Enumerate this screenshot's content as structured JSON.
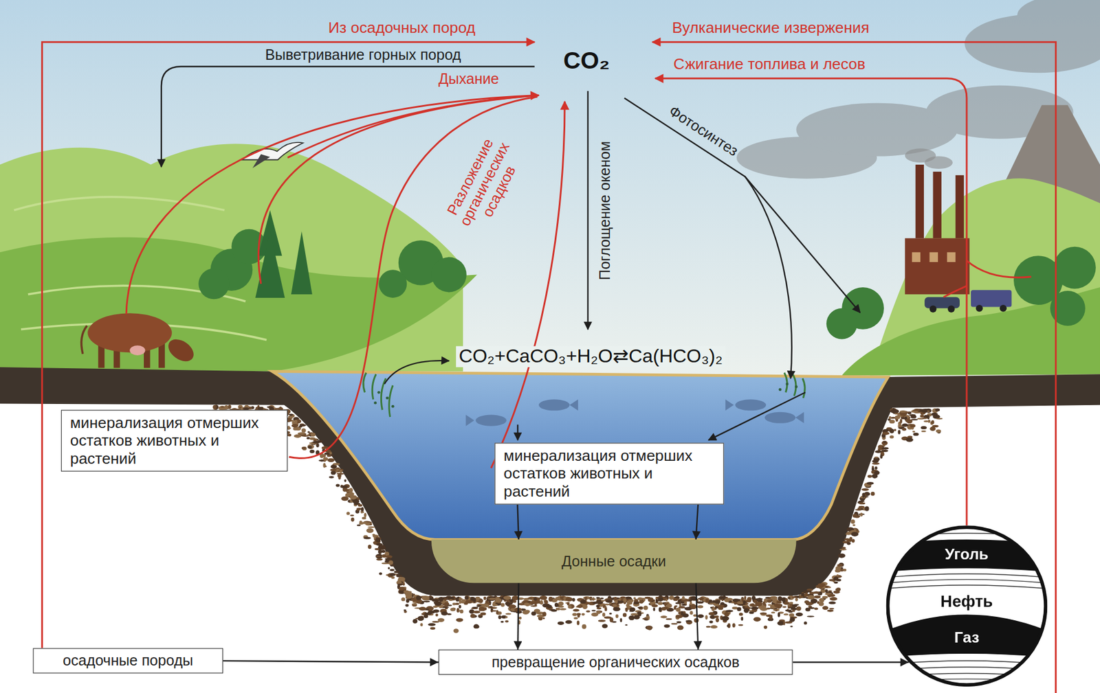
{
  "diagram": {
    "nodes": [
      {
        "text": [
          "минерализация отмерших остатков животных и растений"
        ]
      },
      {
        "text": [
          "минерализация отмерших остатков животных и растений"
        ]
      },
      {
        "text": [
          "Донные осадки"
        ]
      },
      {
        "text": [
          "осадочные породы"
        ]
      },
      {
        "text": [
          "превращение органических осадков"
        ]
      },
      {
        "text": [
          "Уголь",
          "Нефть",
          "Газ"
        ]
      }
    ],
    "edges": [
      {
        "from": 1,
        "to": 2,
        "arrow": "to"
      },
      {
        "from": 1,
        "to": 2,
        "arrow": "to"
      },
      {
        "from": 2,
        "to": 4,
        "arrow": "to"
      },
      {
        "from": 2,
        "to": 4,
        "arrow": "to"
      },
      {
        "from": 3,
        "to": 4,
        "arrow": "to"
      },
      {
        "from": 4,
        "to": 5,
        "arrow": "to"
      }
    ],
    "labels": [
      "Из осадочных пород",
      "Выветривание горных пород",
      "Дыхание",
      "CO₂",
      "Вулканические извержения",
      "Сжигание топлива и лесов",
      "Разложение органических осадков",
      "Поглощение океном",
      "Фотосинтез",
      "CO₂+CaCO₃+H₂O⇄Ca(HCO₃)₂"
    ]
  }
}
